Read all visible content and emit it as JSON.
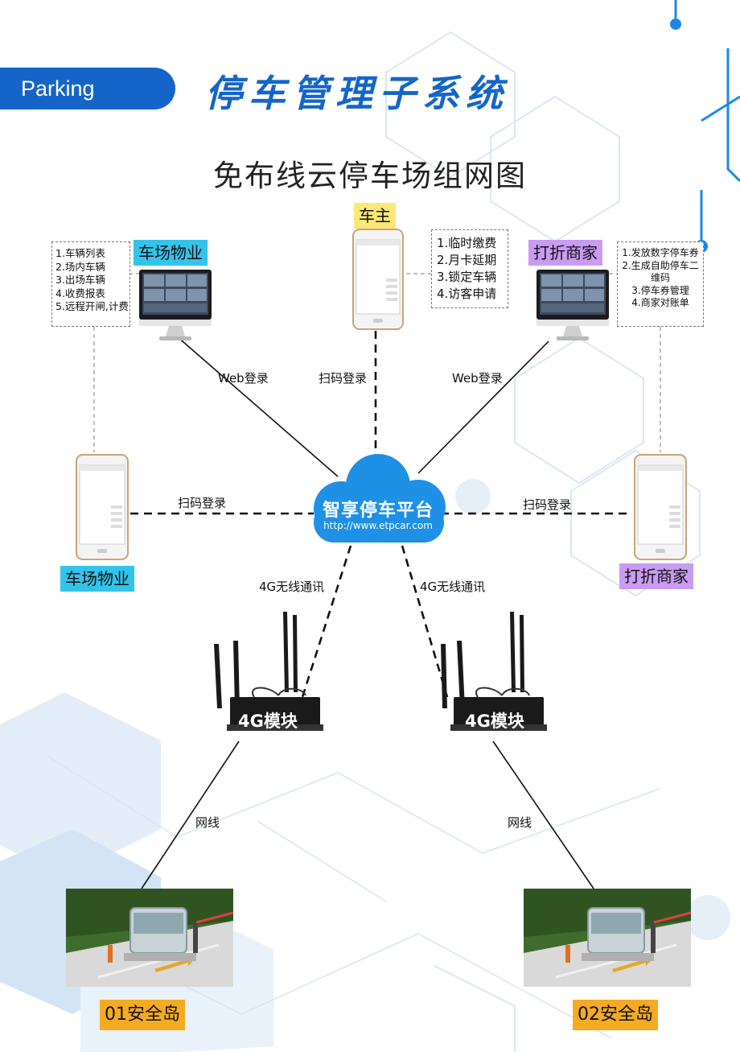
{
  "header": {
    "tab_label": "Parking",
    "title": "停车管理子系统"
  },
  "diagram": {
    "title": "免布线云停车场组网图",
    "center": {
      "name": "智享停车平台",
      "url": "http://www.etpcar.com"
    },
    "nodes": {
      "property_pc": {
        "label": "车场物业",
        "items": [
          "1.车辆列表",
          "2.场内车辆",
          "3.出场车辆",
          "4.收费报表",
          "5.远程开闸,计费"
        ]
      },
      "owner": {
        "label": "车主",
        "items": [
          "1.临时缴费",
          "2.月卡延期",
          "3.锁定车辆",
          "4.访客申请"
        ]
      },
      "merchant_pc": {
        "label": "打折商家",
        "items": [
          "1.发放数字停车券",
          "2.生成自助停车二维码",
          "3.停车券管理",
          "4.商家对账单"
        ]
      },
      "property_phone": {
        "label": "车场物业"
      },
      "merchant_phone": {
        "label": "打折商家"
      },
      "router_1": {
        "label": "4G模块"
      },
      "router_2": {
        "label": "4G模块"
      },
      "island_1": {
        "label": "01安全岛"
      },
      "island_2": {
        "label": "02安全岛"
      }
    },
    "links": {
      "web_login_left": "Web登录",
      "scan_login_top": "扫码登录",
      "web_login_right": "Web登录",
      "scan_login_left": "扫码登录",
      "scan_login_right": "扫码登录",
      "wireless_left": "4G无线通讯",
      "wireless_right": "4G无线通讯",
      "cable_left": "网线",
      "cable_right": "网线"
    },
    "colors": {
      "brand_blue": "#1565c8",
      "cloud": "#1e90e6",
      "cyan": "#32c4ea",
      "yellow": "#fbe876",
      "purple": "#c99bf2",
      "orange": "#f4ab22"
    }
  }
}
